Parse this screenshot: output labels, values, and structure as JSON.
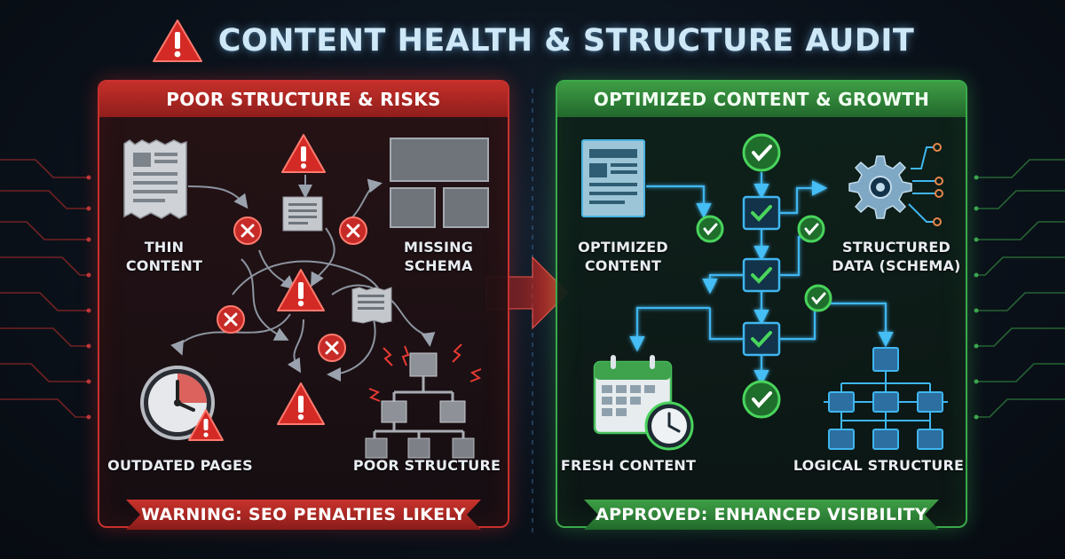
{
  "title": "CONTENT HEALTH & STRUCTURE AUDIT",
  "colors": {
    "risk_red": "#c8312d",
    "growth_green": "#3aa94a",
    "glow_blue": "#3fb6f0",
    "title_text": "#cfe8f7"
  },
  "left_panel": {
    "header": "POOR STRUCTURE & RISKS",
    "items": [
      {
        "label": "THIN\nCONTENT",
        "icon": "torn-document-icon"
      },
      {
        "label": "MISSING\nSCHEMA",
        "icon": "empty-layout-icon"
      },
      {
        "label": "OUTDATED PAGES",
        "icon": "clock-warning-icon"
      },
      {
        "label": "POOR STRUCTURE",
        "icon": "broken-hierarchy-icon"
      }
    ],
    "footer": "WARNING: SEO PENALTIES LIKELY"
  },
  "right_panel": {
    "header": "OPTIMIZED CONTENT & GROWTH",
    "items": [
      {
        "label": "OPTIMIZED\nCONTENT",
        "icon": "document-icon"
      },
      {
        "label": "STRUCTURED\nDATA (SCHEMA)",
        "icon": "gear-network-icon"
      },
      {
        "label": "FRESH CONTENT",
        "icon": "calendar-clock-icon"
      },
      {
        "label": "LOGICAL STRUCTURE",
        "icon": "hierarchy-icon"
      }
    ],
    "footer": "APPROVED: ENHANCED VISIBILITY"
  }
}
